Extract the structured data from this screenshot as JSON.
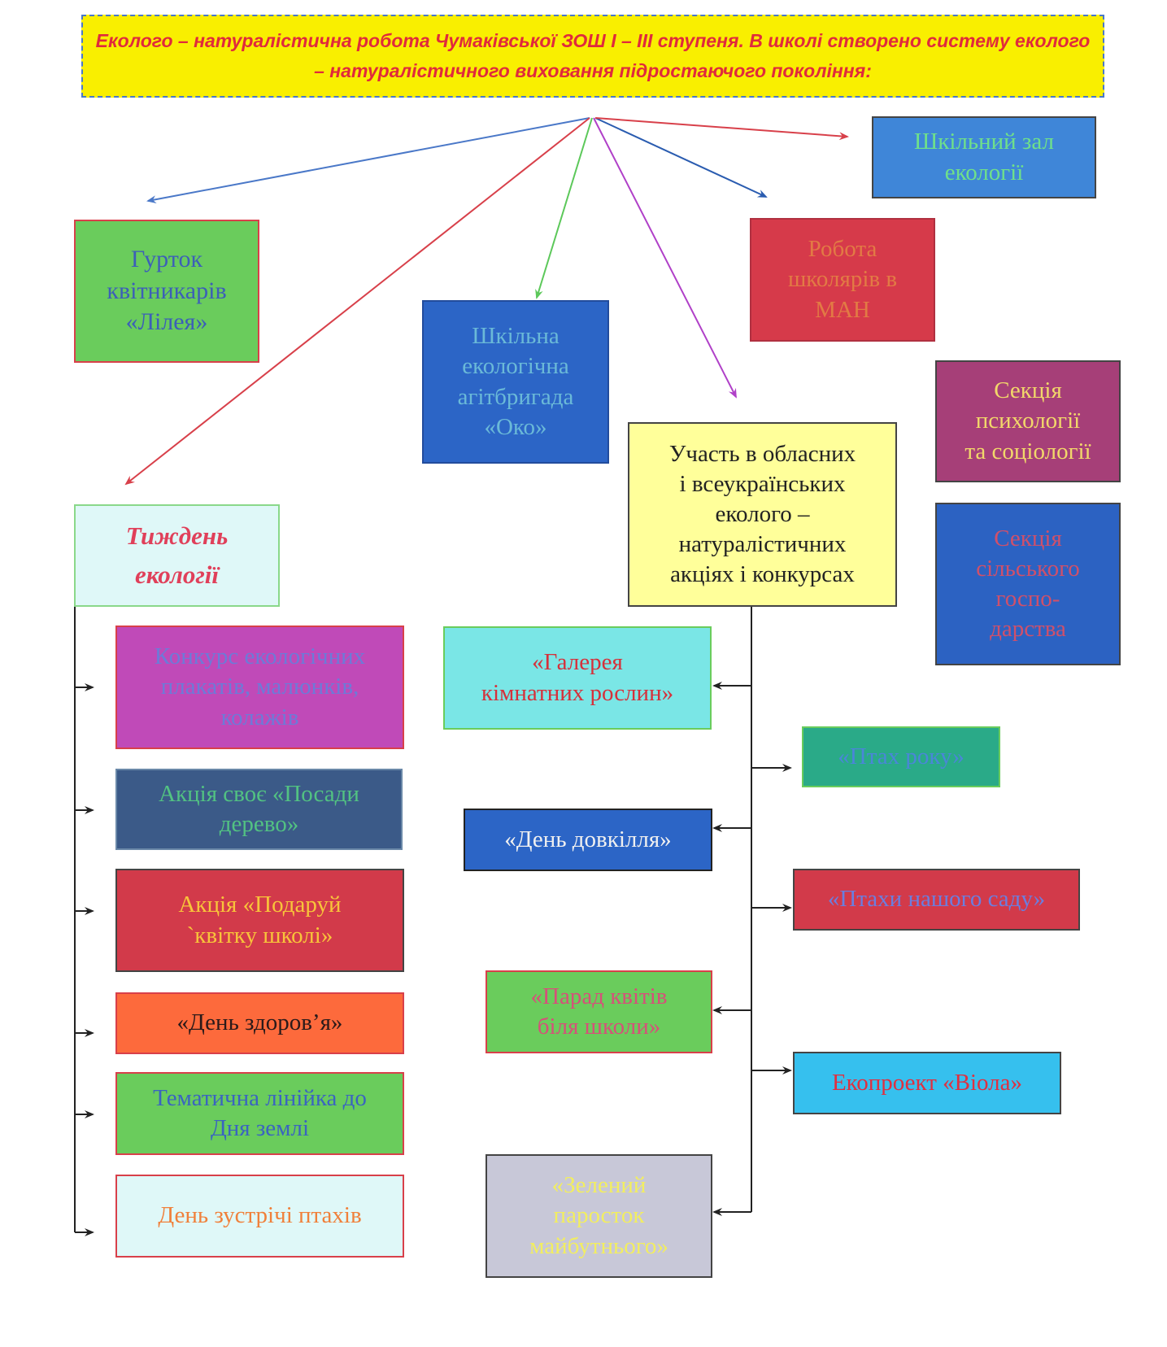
{
  "title": "Еколого – натуралістична робота Чумаківської ЗОШ І – ІІІ ступеня. В школі створено систему еколого – натуралістичного виховання підростаючого покоління:",
  "nodes": {
    "zal": {
      "label": "Шкільний зал\nекології",
      "bg": "#3f86d8",
      "fg": "#6fe08a"
    },
    "gurtok": {
      "label": "Гурток\nквітникарів\n«Лілея»",
      "bg": "#6acc5c",
      "fg": "#3c5fb8",
      "accent": "#e0405a"
    },
    "man": {
      "label": "Робота\nшколярів в\nМАН",
      "bg": "#d63a4a",
      "fg": "#e27a44"
    },
    "agit": {
      "label": "Шкільна\nекологічна\nагітбригада\n«Око»",
      "bg": "#2c65c6",
      "fg": "#6ab9d8",
      "accent": "#e4545a"
    },
    "psych": {
      "label": "Секція\nпсихології\nта соціології",
      "bg": "#a63f78",
      "fg": "#f2d86a"
    },
    "uchast": {
      "label": "Участь в обласних\nі всеукраїнських\nеколого –\nнатуралістичних\nакціях і конкурсах",
      "bg": "#ffff9a",
      "fg": "#222222"
    },
    "silsk": {
      "label": "Секція\nсільського\nгоспо-\nдарства",
      "bg": "#2c62c2",
      "fg": "#d0506a"
    },
    "tyzhden": {
      "label": "Тиждень\nекології",
      "bg": "#dff8f8",
      "fg": "#e0405a"
    }
  },
  "left_items": [
    {
      "label": "Конкурс екологічних\nплакатів, малюнків,\nколажів",
      "bg": "#c04ab8",
      "fg": "#6c7bd8"
    },
    {
      "label": "Акція своє «Посади\nдерево»",
      "bg": "#3b5a88",
      "fg": "#52c282"
    },
    {
      "label": "Акція «Подаруй\n`квітку школі»",
      "bg": "#d23a4a",
      "fg": "#f8c43a"
    },
    {
      "label": "«День здоров’я»",
      "bg": "#fd6a3c",
      "fg": "#2a1a1a"
    },
    {
      "label": "Тематична лінійка до\nДня землі",
      "bg": "#6acc5c",
      "fg": "#3a64c0"
    },
    {
      "label": "День зустрічі птахів",
      "bg": "#dff8f8",
      "fg": "#f0803a"
    }
  ],
  "mid_items": [
    {
      "label": "«Галерея\nкімнатних рослин»",
      "bg": "#7ae6e6",
      "fg": "#d6303a"
    },
    {
      "label": "«День довкілля»",
      "bg": "#2c65c6",
      "fg": "#f0f0f0"
    },
    {
      "label": "«Парад квітів\nбіля школи»",
      "bg": "#6acc5c",
      "fg": "#d6507a"
    },
    {
      "label": "«Зелений\nпаросток\nмайбутнього»",
      "bg": "#c8c8d8",
      "fg": "#f2ee60"
    }
  ],
  "right_items": [
    {
      "label": "«Птах року»",
      "bg": "#2aaa88",
      "fg": "#4a86d8"
    },
    {
      "label": "«Птахи нашого саду»",
      "bg": "#d23a4a",
      "fg": "#6a7ee0"
    },
    {
      "label": "Екопроект «Віола»",
      "bg": "#36c0ee",
      "fg": "#e03040"
    }
  ],
  "colors": {
    "arrow_blue": "#4a78c8",
    "arrow_green": "#5cc85a",
    "arrow_red": "#d8404a",
    "arrow_purple": "#b040c8",
    "arrow_navy": "#2a5cb0",
    "connector": "#222222"
  }
}
